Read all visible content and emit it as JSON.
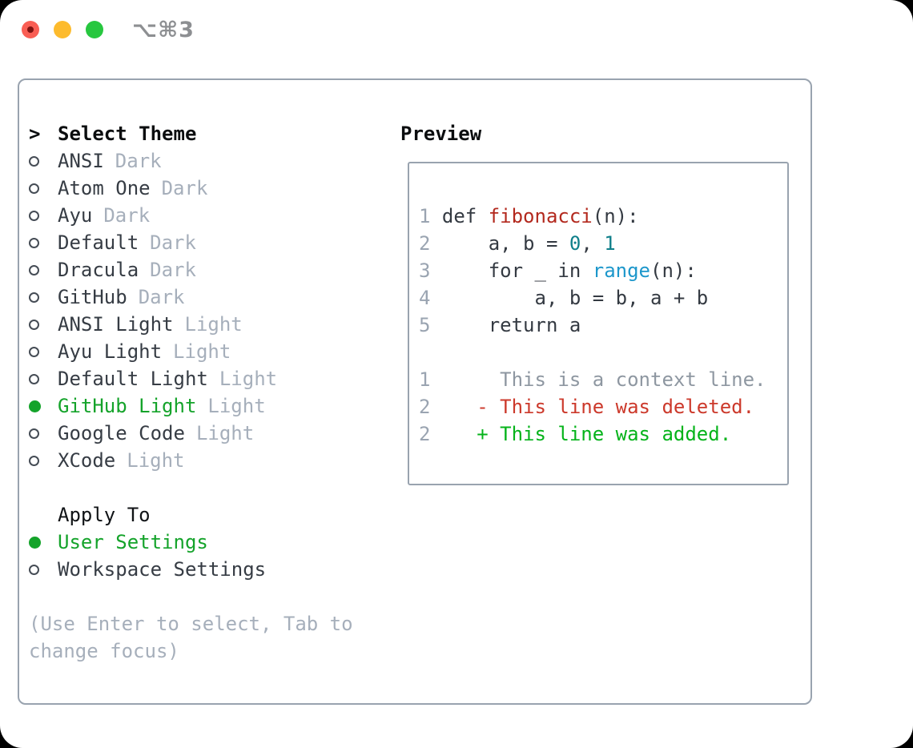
{
  "window": {
    "shortcut_label": "⌥⌘3",
    "traffic_lights": [
      "close",
      "minimize",
      "zoom"
    ]
  },
  "colors": {
    "selected_green": "#14a32a",
    "diff_added_green": "#05b31a",
    "diff_deleted_red": "#cc392b",
    "function_red": "#b3291e",
    "number_teal": "#0f7f8a",
    "builtin_blue": "#1d97cb",
    "muted_gray": "#a6afbb",
    "border_gray": "#99a3af",
    "traffic_red": "#f95e54",
    "traffic_yellow": "#fdbb2d",
    "traffic_green": "#27c73f"
  },
  "theme_panel": {
    "header": {
      "prompt": ">",
      "title": "Select Theme"
    },
    "themes": [
      {
        "name": "ANSI",
        "tag": "Dark",
        "selected": false
      },
      {
        "name": "Atom One",
        "tag": "Dark",
        "selected": false
      },
      {
        "name": "Ayu",
        "tag": "Dark",
        "selected": false
      },
      {
        "name": "Default",
        "tag": "Dark",
        "selected": false
      },
      {
        "name": "Dracula",
        "tag": "Dark",
        "selected": false
      },
      {
        "name": "GitHub",
        "tag": "Dark",
        "selected": false
      },
      {
        "name": "ANSI Light",
        "tag": "Light",
        "selected": false
      },
      {
        "name": "Ayu Light",
        "tag": "Light",
        "selected": false
      },
      {
        "name": "Default Light",
        "tag": "Light",
        "selected": false
      },
      {
        "name": "GitHub Light",
        "tag": "Light",
        "selected": true
      },
      {
        "name": "Google Code",
        "tag": "Light",
        "selected": false
      },
      {
        "name": "XCode",
        "tag": "Light",
        "selected": false
      }
    ],
    "apply_to": {
      "title": "Apply To",
      "options": [
        {
          "name": "User Settings",
          "selected": true
        },
        {
          "name": "Workspace Settings",
          "selected": false
        }
      ]
    },
    "hint_lines": [
      "(Use Enter to select, Tab to",
      "change focus)"
    ]
  },
  "preview": {
    "title": "Preview",
    "lines": [
      {
        "segs": [
          {
            "c": "num",
            "t": "1 "
          },
          {
            "c": "code",
            "t": "def "
          },
          {
            "c": "func",
            "t": "fibonacci"
          },
          {
            "c": "code",
            "t": "(n):"
          }
        ]
      },
      {
        "segs": [
          {
            "c": "num",
            "t": "2 "
          },
          {
            "c": "code",
            "t": "    a, b = "
          },
          {
            "c": "lit",
            "t": "0"
          },
          {
            "c": "code",
            "t": ", "
          },
          {
            "c": "lit",
            "t": "1"
          }
        ]
      },
      {
        "segs": [
          {
            "c": "num",
            "t": "3 "
          },
          {
            "c": "code",
            "t": "    for _ in "
          },
          {
            "c": "blt",
            "t": "range"
          },
          {
            "c": "code",
            "t": "(n):"
          }
        ]
      },
      {
        "segs": [
          {
            "c": "num",
            "t": "4 "
          },
          {
            "c": "code",
            "t": "        a, b = b, a + b"
          }
        ]
      },
      {
        "segs": [
          {
            "c": "num",
            "t": "5 "
          },
          {
            "c": "code",
            "t": "    return a"
          }
        ]
      },
      {
        "segs": []
      },
      {
        "segs": [
          {
            "c": "num",
            "t": "1 "
          },
          {
            "c": "ctx",
            "t": "     This is a context line."
          }
        ]
      },
      {
        "segs": [
          {
            "c": "num",
            "t": "2 "
          },
          {
            "c": "del",
            "t": "   - This line was deleted."
          }
        ]
      },
      {
        "segs": [
          {
            "c": "num",
            "t": "2 "
          },
          {
            "c": "add",
            "t": "   + This line was added."
          }
        ]
      }
    ]
  }
}
